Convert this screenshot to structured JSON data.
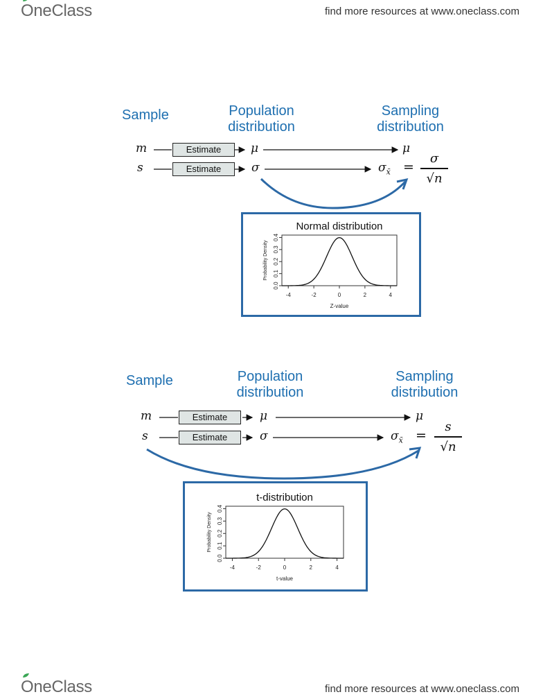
{
  "header": {
    "logo_text": "OneClass",
    "resources_text": "find more resources at www.oneclass.com"
  },
  "footer": {
    "logo_text": "OneClass",
    "resources_text": "find more resources at www.oneclass.com"
  },
  "diagram1": {
    "sample_label": "Sample",
    "population_label_1": "Population",
    "population_label_2": "distribution",
    "sampling_label_1": "Sampling",
    "sampling_label_2": "distribution",
    "row1_left": "m",
    "row2_left": "s",
    "estimate_label": "Estimate",
    "mu": "μ",
    "sigma": "σ",
    "sigma_xbar": "σ",
    "sigma_sub": "x̄",
    "equals": "=",
    "frac_num": "σ",
    "frac_den": "√n"
  },
  "diagram2": {
    "sample_label": "Sample",
    "population_label_1": "Population",
    "population_label_2": "distribution",
    "sampling_label_1": "Sampling",
    "sampling_label_2": "distribution",
    "row1_left": "m",
    "row2_left": "s",
    "estimate_label": "Estimate",
    "mu": "μ",
    "sigma": "σ",
    "sigma_xbar": "σ",
    "sigma_sub": "x̄",
    "equals": "=",
    "frac_num": "s",
    "frac_den": "√n"
  },
  "chart_data": [
    {
      "type": "line",
      "title": "Normal distribution",
      "xlabel": "Z-value",
      "ylabel": "Probability Density",
      "xlim": [
        -4.5,
        4.5
      ],
      "ylim": [
        0,
        0.42
      ],
      "xticks": [
        "-4",
        "-2",
        "0",
        "2",
        "4"
      ],
      "xtick_values": [
        -4,
        -2,
        0,
        2,
        4
      ],
      "yticks": [
        "0.0",
        "0.1",
        "0.2",
        "0.3",
        "0.4"
      ],
      "ytick_values": [
        0,
        0.1,
        0.2,
        0.3,
        0.4
      ],
      "x": [
        -4.5,
        -4.0,
        -3.5,
        -3.0,
        -2.5,
        -2.0,
        -1.5,
        -1.0,
        -0.5,
        0.0,
        0.5,
        1.0,
        1.5,
        2.0,
        2.5,
        3.0,
        3.5,
        4.0,
        4.5
      ],
      "y": [
        0.0,
        0.0001,
        0.0009,
        0.0044,
        0.0175,
        0.054,
        0.1295,
        0.242,
        0.3521,
        0.3989,
        0.3521,
        0.242,
        0.1295,
        0.054,
        0.0175,
        0.0044,
        0.0009,
        0.0001,
        0.0
      ],
      "grid": false
    },
    {
      "type": "line",
      "title": "t-distribution",
      "xlabel": "t-value",
      "ylabel": "Probability Density",
      "xlim": [
        -4.5,
        4.5
      ],
      "ylim": [
        0,
        0.42
      ],
      "xticks": [
        "-4",
        "-2",
        "0",
        "2",
        "4"
      ],
      "xtick_values": [
        -4,
        -2,
        0,
        2,
        4
      ],
      "yticks": [
        "0.0",
        "0.1",
        "0.2",
        "0.3",
        "0.4"
      ],
      "ytick_values": [
        0,
        0.1,
        0.2,
        0.3,
        0.4
      ],
      "x": [
        -4.5,
        -4.0,
        -3.5,
        -3.0,
        -2.5,
        -2.0,
        -1.5,
        -1.0,
        -0.5,
        0.0,
        0.5,
        1.0,
        1.5,
        2.0,
        2.5,
        3.0,
        3.5,
        4.0,
        4.5
      ],
      "y": [
        0.0,
        0.0001,
        0.0009,
        0.0044,
        0.0175,
        0.054,
        0.1295,
        0.242,
        0.3521,
        0.3989,
        0.3521,
        0.242,
        0.1295,
        0.054,
        0.0175,
        0.0044,
        0.0009,
        0.0001,
        0.0
      ],
      "grid": false
    }
  ]
}
